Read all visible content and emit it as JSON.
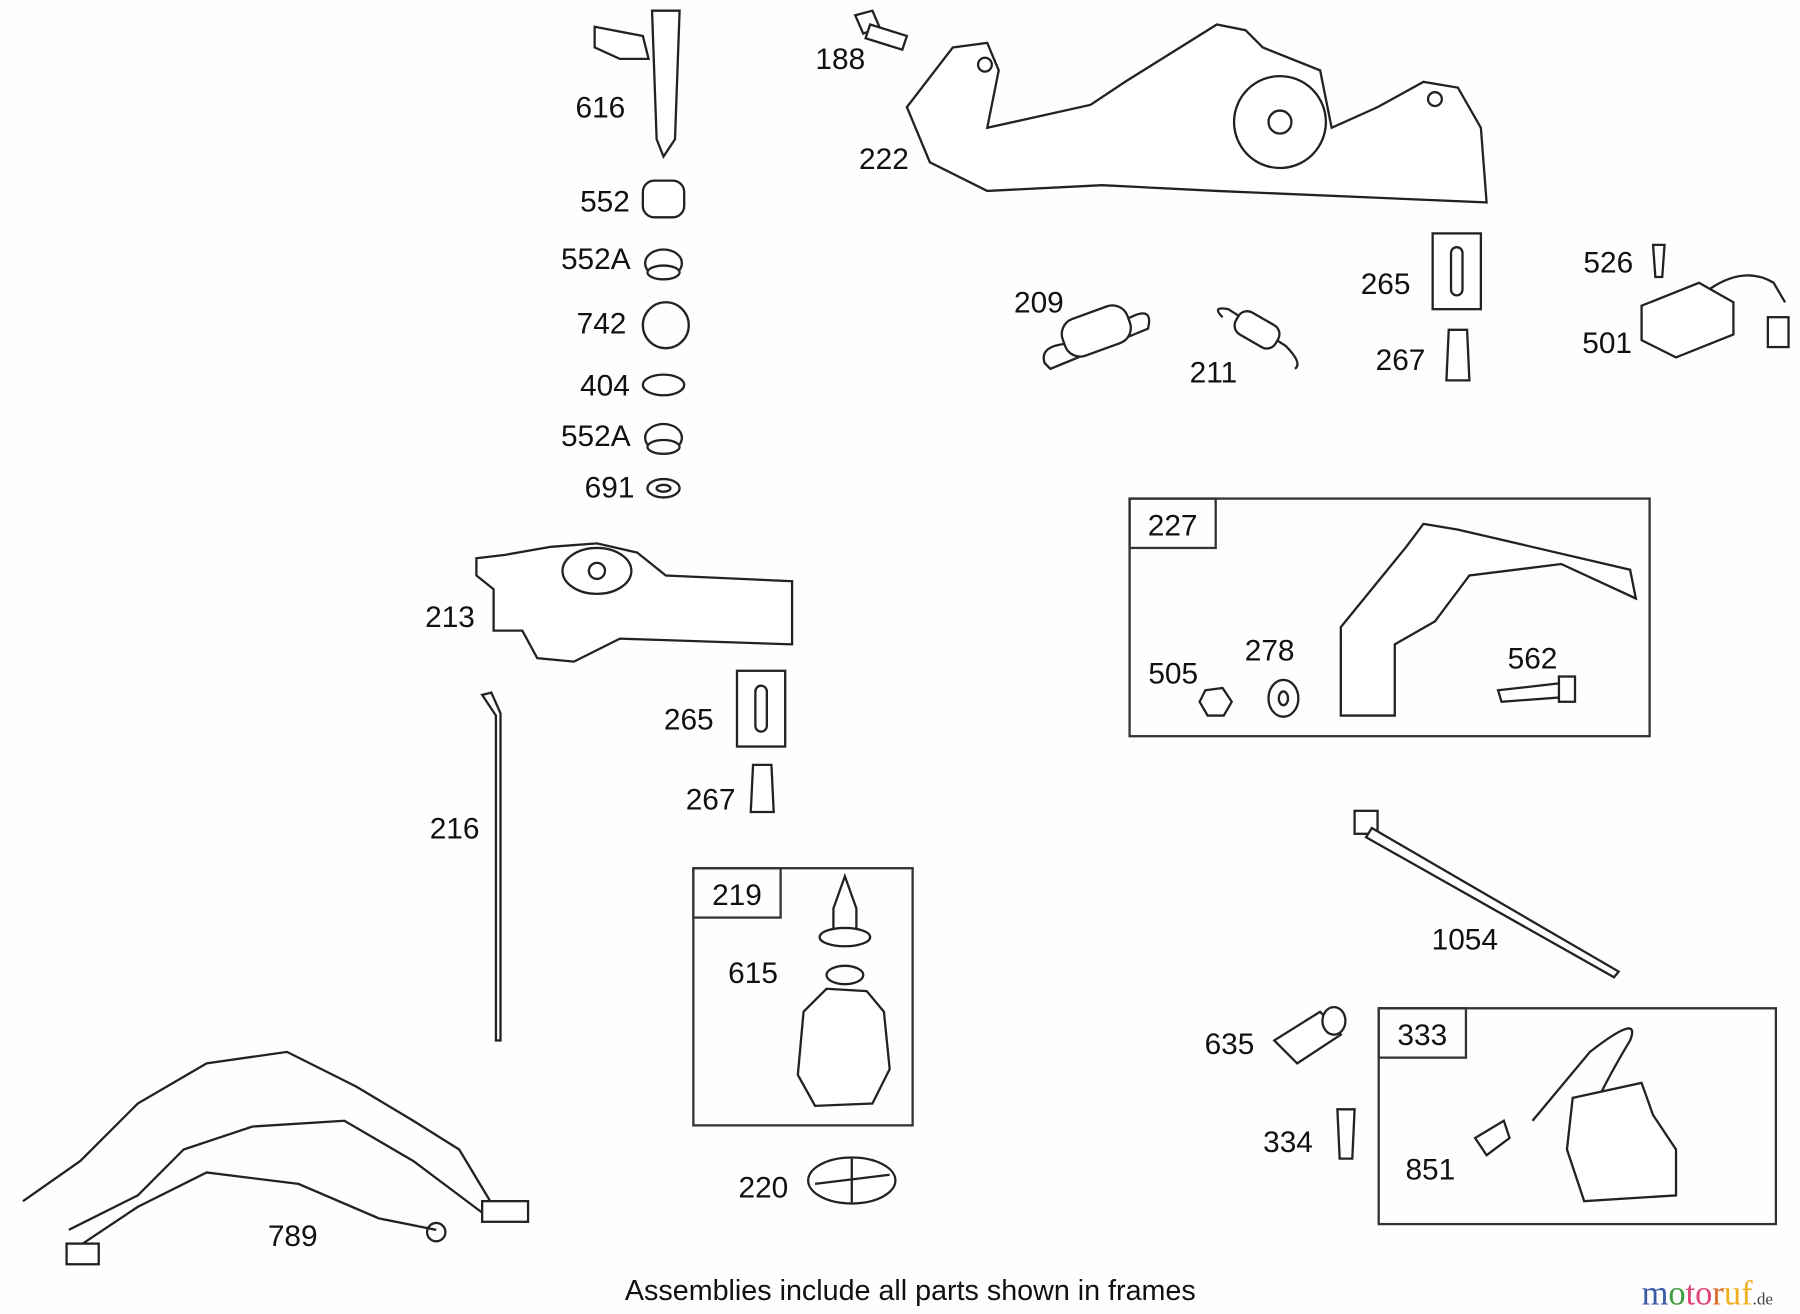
{
  "diagram": {
    "part_labels": [
      "616",
      "188",
      "222",
      "552",
      "552A",
      "742",
      "404",
      "552A",
      "691",
      "209",
      "211",
      "265",
      "267",
      "526",
      "501",
      "505",
      "278",
      "562",
      "213",
      "265",
      "267",
      "216",
      "615",
      "220",
      "789",
      "1054",
      "635",
      "334",
      "851"
    ],
    "frames": [
      {
        "label": "227"
      },
      {
        "label": "219"
      },
      {
        "label": "333"
      }
    ],
    "caption": "Assemblies include all parts shown in frames",
    "watermark": {
      "text": "motoruf",
      "suffix": ".de",
      "colors": [
        "#3b5ba8",
        "#3f9e3f",
        "#e0457b",
        "#e0457b",
        "#e06a2a",
        "#f0b020",
        "#f0b020"
      ]
    }
  }
}
